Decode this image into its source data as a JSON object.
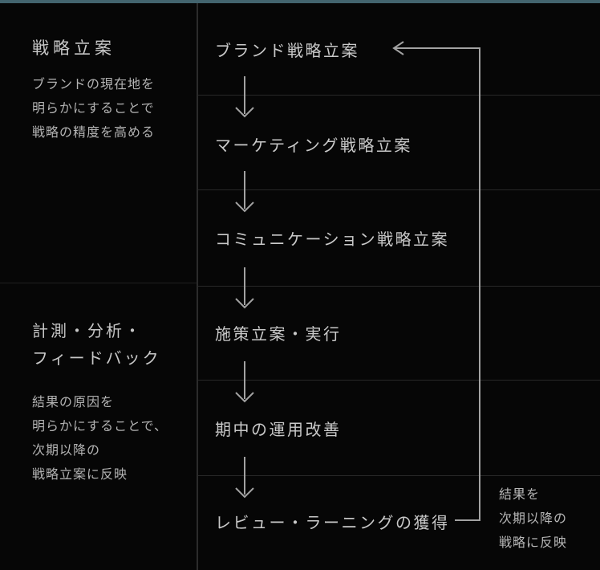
{
  "colors": {
    "background": "#060606",
    "accent_bar": "#43646e",
    "divider": "#282828",
    "column_separator": "#2b2b2b",
    "arrow": "#a2a2a2",
    "heading_text": "#c7c7c7",
    "body_text": "#b3b3b3"
  },
  "icons": {
    "flow_down_arrow": "↓",
    "feedback_left_arrow": "←"
  },
  "left_panel": {
    "sections": [
      {
        "heading_lines": [
          "戦略立案"
        ],
        "description_lines": [
          "ブランドの現在地を",
          "明らかにすることで",
          "戦略の精度を高める"
        ]
      },
      {
        "heading_lines": [
          "計測・分析・",
          "フィードバック"
        ],
        "description_lines": [
          "結果の原因を",
          "明らかにすることで、",
          "次期以降の",
          "戦略立案に反映"
        ]
      }
    ]
  },
  "flow": {
    "steps": [
      "ブランド戦略立案",
      "マーケティング戦略立案",
      "コミュニケーション戦略立案",
      "施策立案・実行",
      "期中の運用改善",
      "レビュー・ラーニングの獲得"
    ]
  },
  "feedback": {
    "note_lines": [
      "結果を",
      "次期以降の",
      "戦略に反映"
    ]
  }
}
